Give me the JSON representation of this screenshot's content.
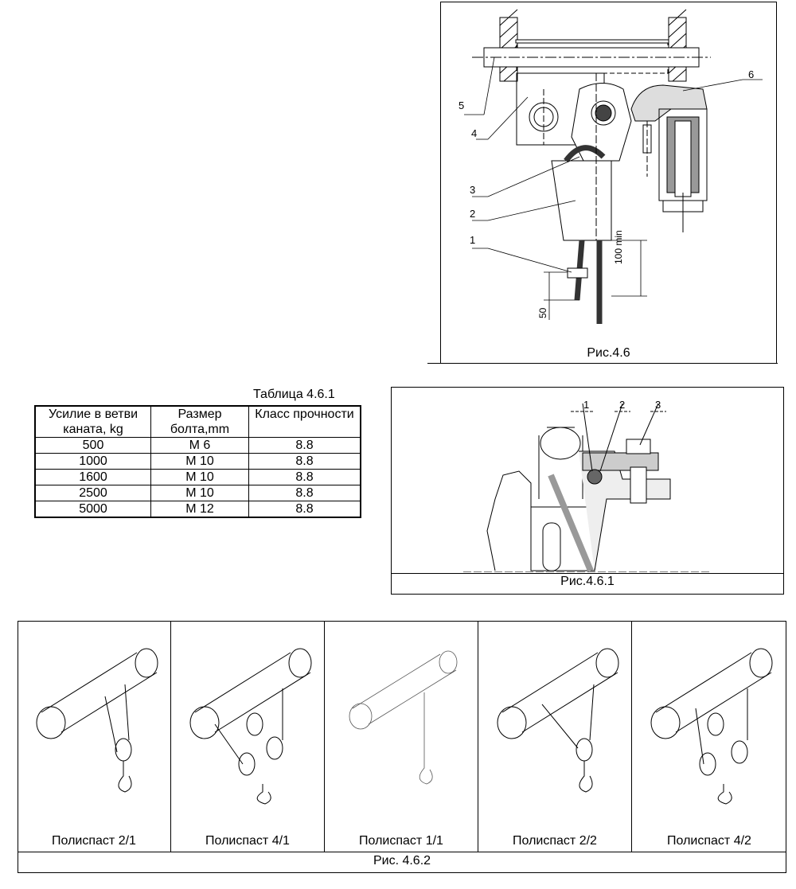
{
  "fig46": {
    "caption": "Рис.4.6",
    "callouts": [
      "1",
      "2",
      "3",
      "4",
      "5",
      "6"
    ],
    "dim_100": "100 min",
    "dim_50": "50"
  },
  "table": {
    "title": "Таблица 4.6.1",
    "headers": [
      "Усилие в ветви каната, kg",
      "Размер болта,mm",
      "Класс прочности"
    ],
    "rows": [
      [
        "500",
        "M 6",
        "8.8"
      ],
      [
        "1000",
        "M 10",
        "8.8"
      ],
      [
        "1600",
        "M 10",
        "8.8"
      ],
      [
        "2500",
        "M 10",
        "8.8"
      ],
      [
        "5000",
        "M 12",
        "8.8"
      ]
    ]
  },
  "fig461": {
    "caption": "Рис.4.6.1",
    "callouts": [
      "1",
      "2",
      "3"
    ]
  },
  "fig462": {
    "caption": "Рис. 4.6.2",
    "cells": [
      {
        "label": "Полиспаст 2/1"
      },
      {
        "label": "Полиспаст 4/1"
      },
      {
        "label": "Полиспаст 1/1"
      },
      {
        "label": "Полиспаст 2/2"
      },
      {
        "label": "Полиспаст 4/2"
      }
    ]
  }
}
